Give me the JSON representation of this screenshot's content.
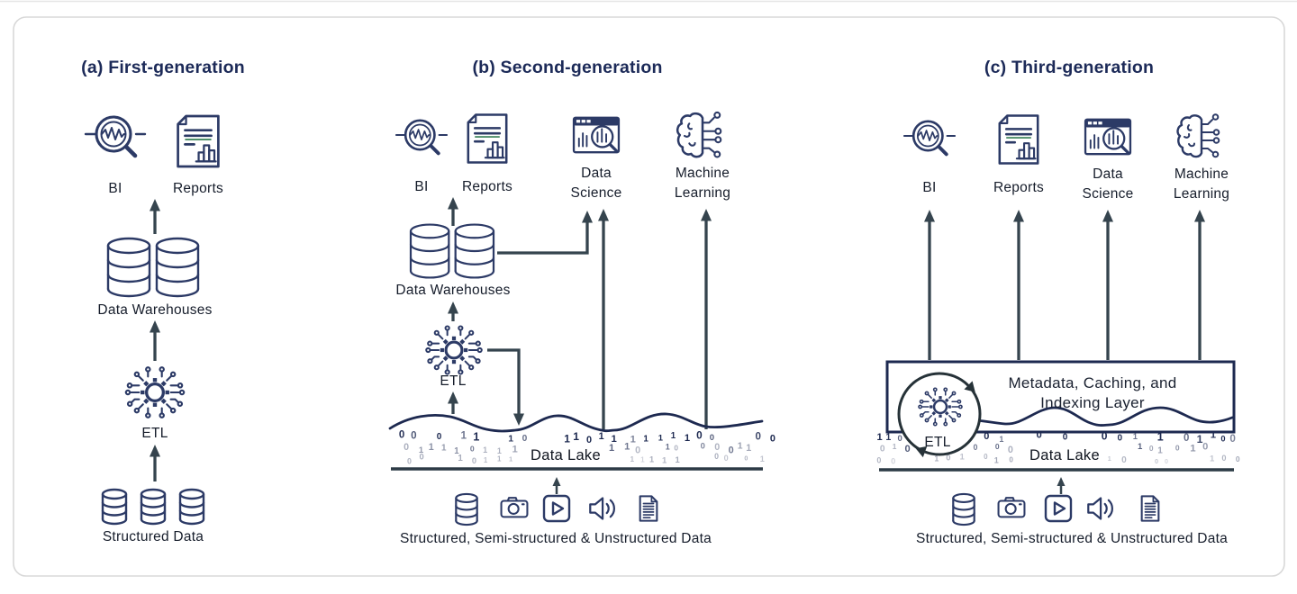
{
  "colors": {
    "title_navy": "#1c2a58",
    "icon_navy": "#2c3a66",
    "arrow_slate": "#35444e",
    "lake_navy": "#1d2950",
    "accent_green": "#4e8e68",
    "card_border": "#d8d8d8"
  },
  "panels": {
    "a": {
      "title": "(a) First-generation",
      "bi_label": "BI",
      "reports_label": "Reports",
      "warehouses_label": "Data Warehouses",
      "etl_label": "ETL",
      "source_label": "Structured Data"
    },
    "b": {
      "title": "(b) Second-generation",
      "bi_label": "BI",
      "reports_label": "Reports",
      "ds_label_line1": "Data",
      "ds_label_line2": "Science",
      "ml_label_line1": "Machine",
      "ml_label_line2": "Learning",
      "warehouses_label": "Data Warehouses",
      "etl_label": "ETL",
      "lake_label": "Data Lake",
      "source_label": "Structured, Semi-structured & Unstructured Data"
    },
    "c": {
      "title": "(c) Third-generation",
      "bi_label": "BI",
      "reports_label": "Reports",
      "ds_label_line1": "Data",
      "ds_label_line2": "Science",
      "ml_label_line1": "Machine",
      "ml_label_line2": "Learning",
      "layer_label_line1": "Metadata, Caching, and",
      "layer_label_line2": "Indexing Layer",
      "etl_label": "ETL",
      "lake_label": "Data Lake",
      "source_label": "Structured, Semi-structured & Unstructured Data"
    }
  },
  "lake_texture_digits": [
    "0",
    "1"
  ]
}
